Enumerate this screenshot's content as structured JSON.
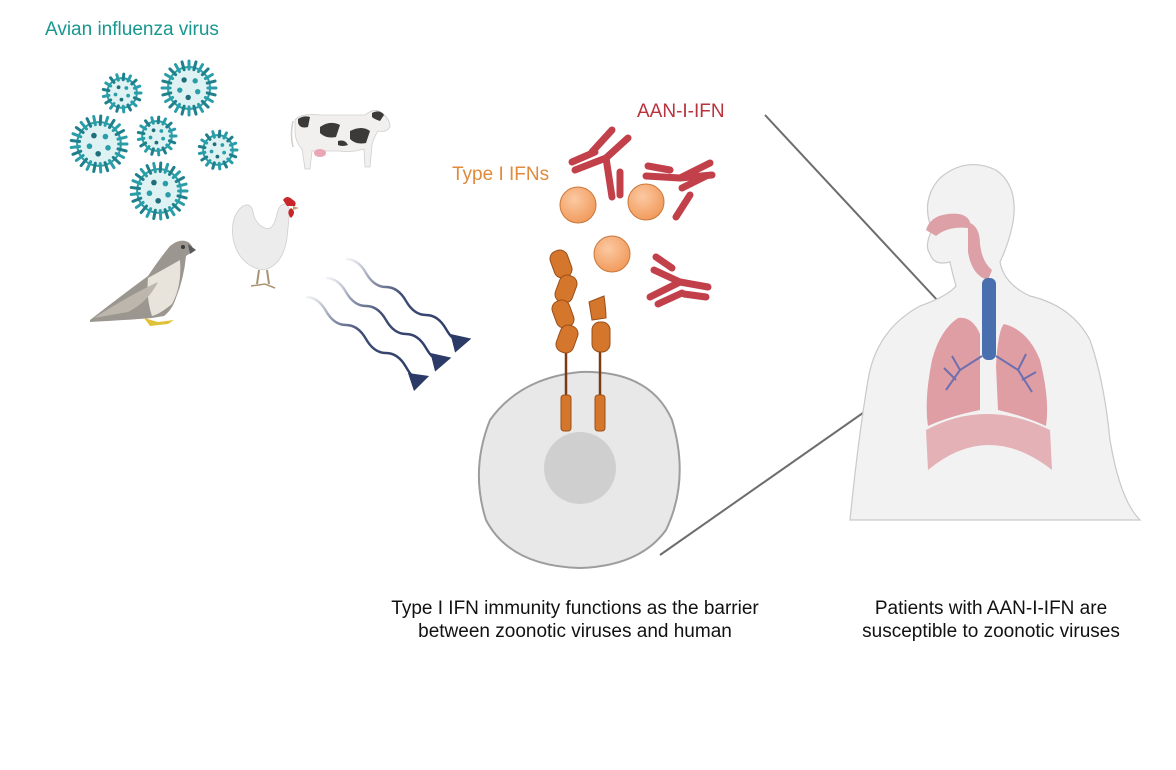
{
  "labels": {
    "virus_title": "Avian influenza virus",
    "type_i_ifns": "Type I IFNs",
    "aan_i_ifn": "AAN-I-IFN"
  },
  "captions": {
    "left_line1": "Type I IFN immunity functions as the barrier",
    "left_line2": "between zoonotic viruses and human",
    "right_line1": "Patients with AAN-I-IFN are",
    "right_line2": "susceptible to zoonotic viruses"
  },
  "icons": {
    "viruses": "avian-influenza-virus-particles",
    "animals": [
      "cow",
      "chicken",
      "falcon"
    ],
    "transmission": "wavy-arrows",
    "cell": "cell-with-ifn-receptors",
    "interferons": "type-i-ifn-spheres",
    "antibodies": "autoantibodies",
    "human": "human-respiratory-system"
  },
  "colors": {
    "virus": "#2a9ea8",
    "virus_title": "#17978f",
    "ifn": "#f4a36c",
    "ifn_label": "#e08a3c",
    "receptor": "#d4762c",
    "antibody": "#c2404a",
    "arrow": "#2b3a66",
    "cell": "#e8e8e8",
    "nucleus": "#cfcfcf",
    "lungs": "#d9868e",
    "trachea": "#4a6fae"
  }
}
